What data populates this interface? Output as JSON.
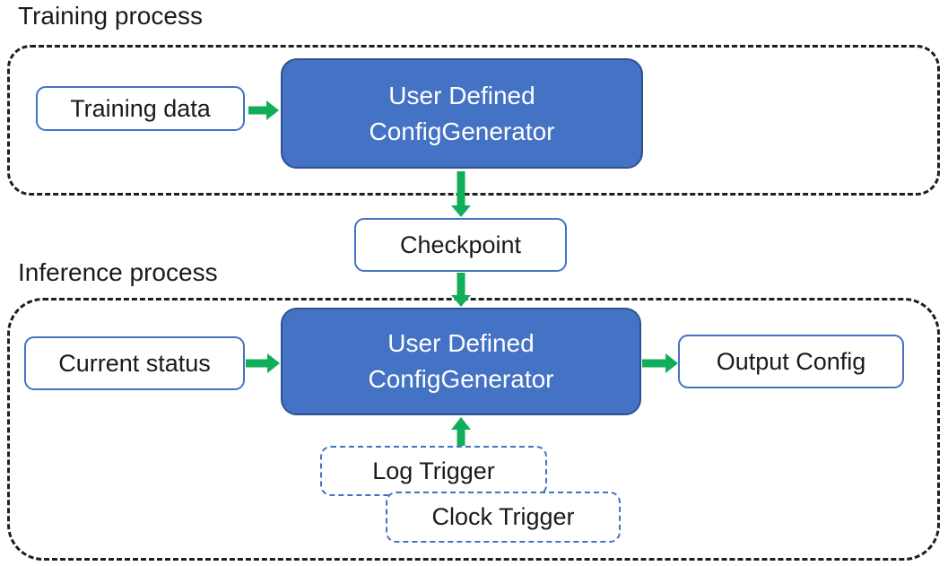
{
  "colors": {
    "node_fill_blue": "#4472C4",
    "node_border_dark_blue": "#2F528F",
    "outline_blue": "#4472C4",
    "arrow_green": "#10AE58",
    "container_dash_black": "#1f1f1f",
    "text_dark": "#1a1a1a",
    "text_white": "#ffffff"
  },
  "training": {
    "section_label": "Training process",
    "input_box": "Training data",
    "generator_line1": "User Defined",
    "generator_line2": "ConfigGenerator"
  },
  "checkpoint": {
    "label": "Checkpoint"
  },
  "inference": {
    "section_label": "Inference process",
    "input_box": "Current status",
    "generator_line1": "User Defined",
    "generator_line2": "ConfigGenerator",
    "output_box": "Output Config",
    "log_trigger": "Log Trigger",
    "clock_trigger": "Clock Trigger"
  }
}
